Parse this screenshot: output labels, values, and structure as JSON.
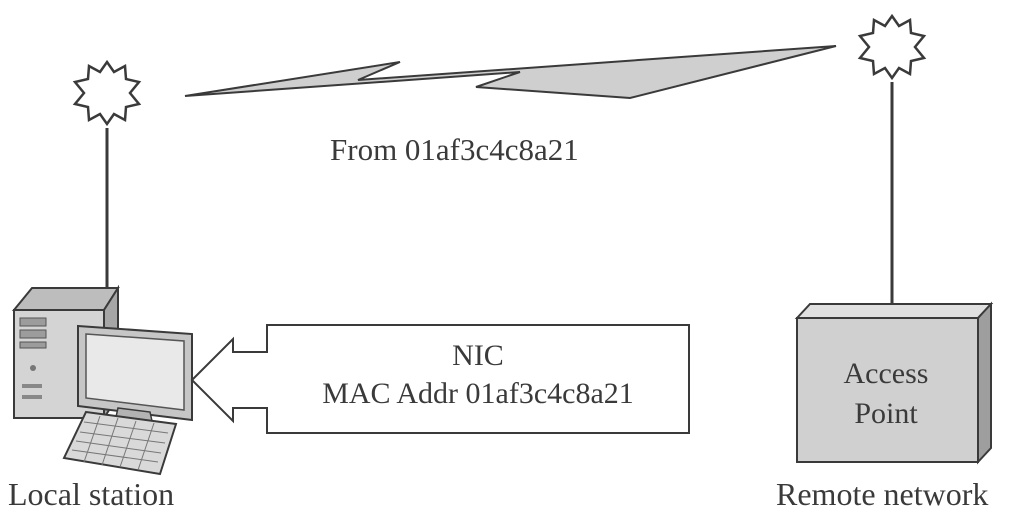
{
  "diagram": {
    "signal_label": "From 01af3c4c8a21",
    "local_station_label": "Local station",
    "remote_network_label": "Remote network",
    "nic_callout": {
      "title": "NIC",
      "mac_line": "MAC Addr 01af3c4c8a21"
    },
    "access_point": {
      "line1": "Access",
      "line2": "Point"
    },
    "colors": {
      "stroke": "#3a3a3a",
      "box_fill": "#d0d0d0",
      "lightning_fill": "#cfcfcf",
      "text": "#3a3a3a"
    }
  }
}
